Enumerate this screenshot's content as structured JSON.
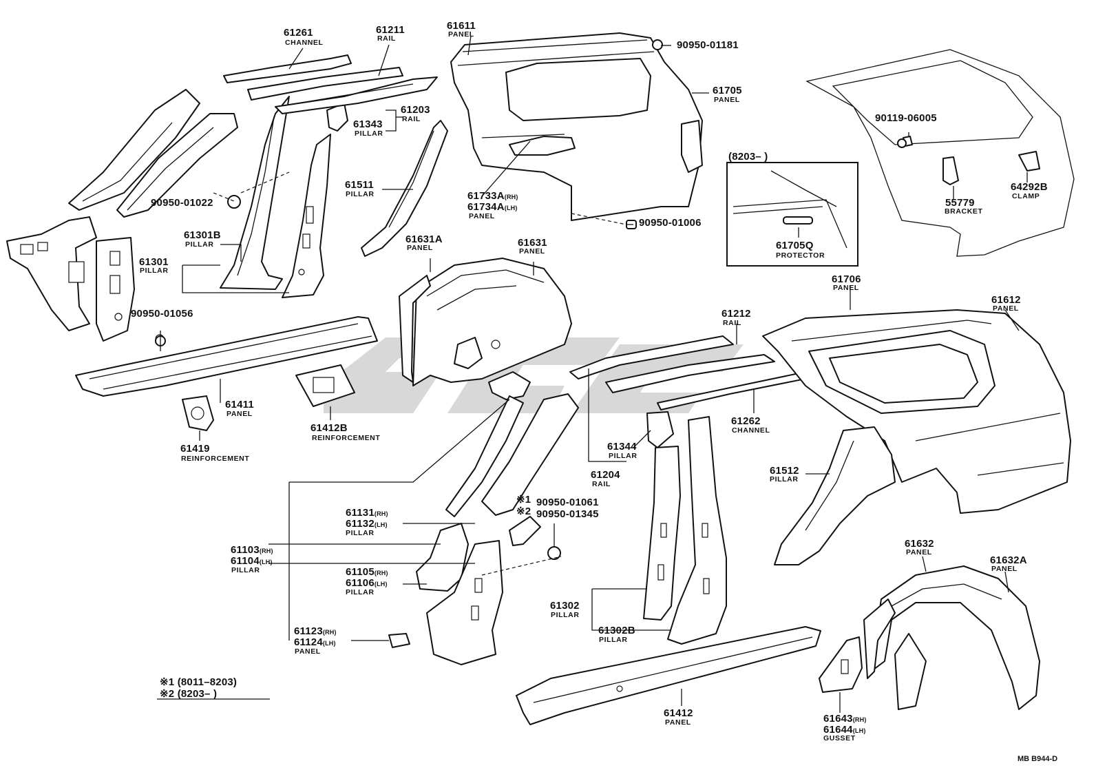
{
  "parts": {
    "p61261": {
      "num": "61261",
      "desc": "CHANNEL"
    },
    "p61211": {
      "num": "61211",
      "desc": "RAIL"
    },
    "p61611": {
      "num": "61611",
      "desc": "PANEL"
    },
    "p9095001181": {
      "num": "90950-01181"
    },
    "p61705": {
      "num": "61705",
      "desc": "PANEL"
    },
    "p61203": {
      "num": "61203",
      "desc": "RAIL"
    },
    "p61343": {
      "num": "61343",
      "desc": "PILLAR"
    },
    "p61511": {
      "num": "61511",
      "desc": "PILLAR"
    },
    "p61733a": {
      "num": "61733A",
      "sfx": "(RH)"
    },
    "p61734a": {
      "num": "61734A",
      "sfx": "(LH)",
      "desc": "PANEL"
    },
    "p9095001022": {
      "num": "90950-01022"
    },
    "p9095001006": {
      "num": "90950-01006"
    },
    "p61301b": {
      "num": "61301B",
      "desc": "PILLAR"
    },
    "p61301": {
      "num": "61301",
      "desc": "PILLAR"
    },
    "p61631a": {
      "num": "61631A",
      "desc": "PANEL"
    },
    "p61631": {
      "num": "61631",
      "desc": "PANEL"
    },
    "p9095001056": {
      "num": "90950-01056"
    },
    "p61411": {
      "num": "61411",
      "desc": "PANEL"
    },
    "p61412b": {
      "num": "61412B",
      "desc": "REINFORCEMENT"
    },
    "p61419": {
      "num": "61419",
      "desc": "REINFORCEMENT"
    },
    "p9011906005": {
      "num": "90119-06005"
    },
    "p55779": {
      "num": "55779",
      "desc": "BRACKET"
    },
    "p64292b": {
      "num": "64292B",
      "desc": "CLAMP"
    },
    "p61705q": {
      "num": "61705Q",
      "desc": "PROTECTOR"
    },
    "p61706": {
      "num": "61706",
      "desc": "PANEL"
    },
    "p61612": {
      "num": "61612",
      "desc": "PANEL"
    },
    "p61212": {
      "num": "61212",
      "desc": "RAIL"
    },
    "p61262": {
      "num": "61262",
      "desc": "CHANNEL"
    },
    "p61344": {
      "num": "61344",
      "desc": "PILLAR"
    },
    "p61204": {
      "num": "61204",
      "desc": "RAIL"
    },
    "p61512": {
      "num": "61512",
      "desc": "PILLAR"
    },
    "p61131": {
      "num": "61131",
      "sfx": "(RH)"
    },
    "p61132": {
      "num": "61132",
      "sfx": "(LH)",
      "desc": "PILLAR"
    },
    "p9095001061": {
      "num": "90950-01061",
      "mark": "※1"
    },
    "p9095001345": {
      "num": "90950-01345",
      "mark": "※2"
    },
    "p61103": {
      "num": "61103",
      "sfx": "(RH)"
    },
    "p61104": {
      "num": "61104",
      "sfx": "(LH)",
      "desc": "PILLAR"
    },
    "p61105": {
      "num": "61105",
      "sfx": "(RH)"
    },
    "p61106": {
      "num": "61106",
      "sfx": "(LH)",
      "desc": "PILLAR"
    },
    "p61123": {
      "num": "61123",
      "sfx": "(RH)"
    },
    "p61124": {
      "num": "61124",
      "sfx": "(LH)",
      "desc": "PANEL"
    },
    "p61302": {
      "num": "61302",
      "desc": "PILLAR"
    },
    "p61302b": {
      "num": "61302B",
      "desc": "PILLAR"
    },
    "p61632": {
      "num": "61632",
      "desc": "PANEL"
    },
    "p61632a": {
      "num": "61632A",
      "desc": "PANEL"
    },
    "p61412": {
      "num": "61412",
      "desc": "PANEL"
    },
    "p61643": {
      "num": "61643",
      "sfx": "(RH)"
    },
    "p61644": {
      "num": "61644",
      "sfx": "(LH)",
      "desc": "GUSSET"
    }
  },
  "inset": {
    "range": "(8203–      )"
  },
  "notes": [
    {
      "mark": "※1",
      "range": "(8011–8203)"
    },
    {
      "mark": "※2",
      "range": "(8203–        )"
    }
  ],
  "ref_code": "MB B944-D"
}
